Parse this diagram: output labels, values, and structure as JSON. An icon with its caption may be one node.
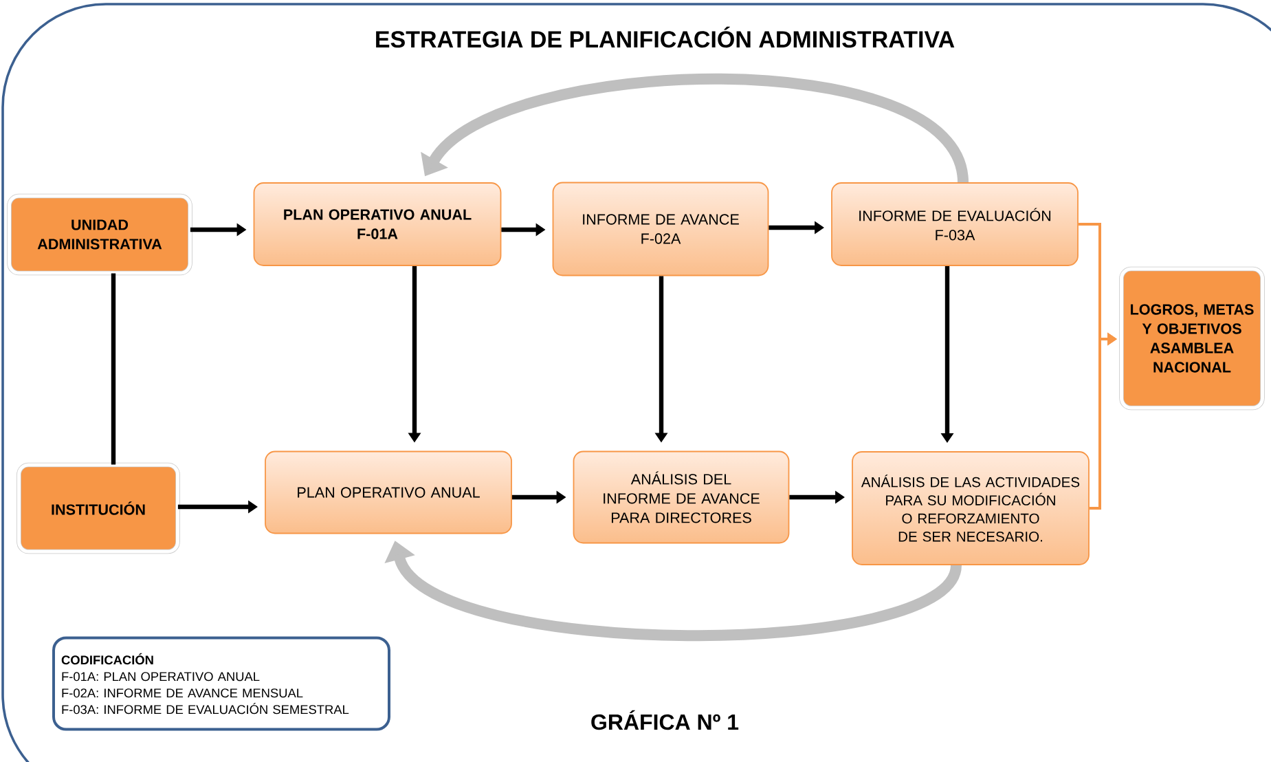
{
  "diagram": {
    "title": "ESTRATEGIA DE PLANIFICACIÓN ADMINISTRATIVA",
    "caption": "GRÁFICA Nº 1",
    "nodes": [
      {
        "text": [
          "UNIDAD ADMINISTRATIVA"
        ]
      },
      {
        "text": [
          "PLAN  OPERATIVO ANUAL",
          "F-01A"
        ]
      },
      {
        "text": [
          "INFORME DE AVANCE",
          "F-02A"
        ]
      },
      {
        "text": [
          "INFORME DE EVALUACIÓN",
          "F-03A"
        ]
      },
      {
        "text": [
          "LOGROS, METAS Y OBJETIVOS ASAMBLEA NACIONAL"
        ]
      },
      {
        "text": [
          "INSTITUCIÓN"
        ]
      },
      {
        "text": [
          "PLAN OPERATIVO ANUAL"
        ]
      },
      {
        "text": [
          "ANÁLISIS DEL INFORME DE AVANCE PARA DIRECTORES"
        ]
      },
      {
        "text": [
          "ANÁLISIS DE LAS ACTIVIDADES PARA SU MODIFICACIÓN O REFORZAMIENTO DE SER NECESARIO."
        ]
      },
      {
        "text": [
          "CODIFICACIÓN",
          "F-01A: PLAN OPERATIVO ANUAL",
          "F-02A: INFORME DE AVANCE MENSUAL",
          "F-03A: INFORME DE EVALUACIÓN SEMESTRAL"
        ]
      }
    ],
    "edges": [
      {
        "from": 0,
        "to": 1,
        "arrow": "to"
      },
      {
        "from": 1,
        "to": 2,
        "arrow": "to"
      },
      {
        "from": 2,
        "to": 3,
        "arrow": "to"
      },
      {
        "from": 0,
        "to": 5,
        "arrow": "none"
      },
      {
        "from": 1,
        "to": 6,
        "arrow": "to"
      },
      {
        "from": 2,
        "to": 7,
        "arrow": "to"
      },
      {
        "from": 3,
        "to": 8,
        "arrow": "to"
      },
      {
        "from": 5,
        "to": 6,
        "arrow": "to"
      },
      {
        "from": 6,
        "to": 7,
        "arrow": "to"
      },
      {
        "from": 7,
        "to": 8,
        "arrow": "to"
      },
      {
        "from": 3,
        "to": 4,
        "arrow": "to",
        "color": "#f79646"
      },
      {
        "from": 8,
        "to": 4,
        "arrow": "to",
        "color": "#f79646"
      },
      {
        "from": 3,
        "to": 1,
        "arrow": "to",
        "style": "thick",
        "color": "#bfbfbf"
      },
      {
        "from": 8,
        "to": 6,
        "arrow": "to",
        "style": "thick",
        "color": "#bfbfbf"
      }
    ]
  }
}
